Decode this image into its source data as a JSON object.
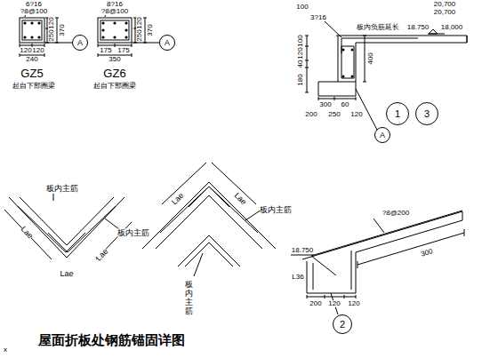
{
  "diagram": {
    "title": "屋面折板处钢筋锚固详图",
    "nodes": [
      {
        "text": [
          "A"
        ]
      },
      {
        "text": [
          "A"
        ]
      },
      {
        "text": [
          "1"
        ]
      },
      {
        "text": [
          "3"
        ]
      },
      {
        "text": [
          "A"
        ]
      },
      {
        "text": [
          "2"
        ]
      }
    ],
    "labels": [
      "6?16",
      "?8@100",
      "120",
      "250",
      "370",
      "120",
      "120",
      "240",
      "GZ5",
      "起自下部圈梁",
      "8?16",
      "?8@100",
      "120",
      "250",
      "370",
      "175",
      "175",
      "350",
      "GZ6",
      "起自下部圈梁",
      "100",
      "3?16",
      "板内负筋延长",
      "20,700",
      "20,700",
      "18.750",
      "18,000",
      "400",
      "180",
      "40",
      "120",
      "100",
      "300",
      "60",
      "200",
      "250",
      "120",
      "板内主筋",
      "板内主筋",
      "Lae",
      "Lae",
      "Lae",
      "Lae",
      "Lae",
      "板内主筋",
      "板内主筋",
      "?8@200",
      "18.750",
      "L36",
      "200",
      "120",
      "120",
      "300",
      "x"
    ]
  }
}
